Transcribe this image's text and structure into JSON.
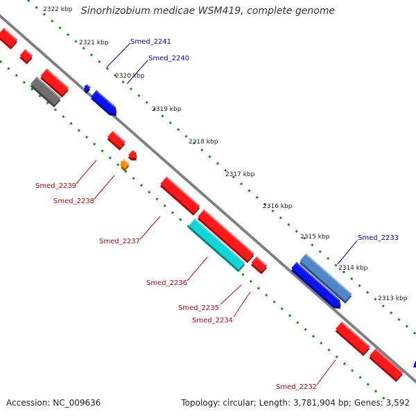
{
  "title": "Sinorhizobium medicae WSM419, complete genome",
  "footer": {
    "accession": "Accession: NC_009636",
    "summary": "Topology: circular; Length: 3,781,904 bp; Genes: 3,592"
  },
  "colors": {
    "backbone": "#808080",
    "tick_dots": "#1a8a1a",
    "forward_label": "#0000cc",
    "reverse_label": "#cc0000",
    "gene_red": "#ff1a1a",
    "gene_blue": "#0a14ee",
    "gene_steelblue": "#4f86c8",
    "gene_cyan": "#11d6d6",
    "gene_orange": "#ff8c00",
    "gene_gray": "#707070"
  },
  "scale_labels": [
    "2322 kbp",
    "2321 kbp",
    "2320 kbp",
    "2319 kbp",
    "2318 kbp",
    "2317 kbp",
    "2316 kbp",
    "2315 kbp",
    "2314 kbp",
    "2313 kbp"
  ],
  "gene_labels": {
    "forward": [
      "Smed_2241",
      "Smed_2240",
      "Smed_2233"
    ],
    "reverse": [
      "Smed_2239",
      "Smed_2238",
      "Smed_2237",
      "Smed_2236",
      "Smed_2235",
      "Smed_2234",
      "Smed_2232"
    ]
  },
  "features": [
    {
      "name": "Smed_2241",
      "strand": "forward",
      "color": "gene_blue"
    },
    {
      "name": "Smed_2240",
      "strand": "forward",
      "color": "gene_blue"
    },
    {
      "name": "Smed_2233",
      "strand": "forward",
      "color": "gene_steelblue"
    },
    {
      "strand": "forward",
      "color": "gene_blue"
    },
    {
      "strand": "reverse",
      "color": "gene_red"
    },
    {
      "strand": "reverse",
      "color": "gene_red"
    },
    {
      "strand": "reverse",
      "color": "gene_red"
    },
    {
      "strand": "reverse",
      "color": "gene_gray"
    },
    {
      "strand": "reverse",
      "color": "gene_red"
    },
    {
      "name": "Smed_2239",
      "strand": "reverse",
      "color": "gene_red"
    },
    {
      "name": "Smed_2238",
      "strand": "reverse",
      "color": "gene_orange"
    },
    {
      "name": "Smed_2237",
      "strand": "reverse",
      "color": "gene_red"
    },
    {
      "name": "Smed_2236",
      "strand": "reverse",
      "color": "gene_cyan"
    },
    {
      "name": "Smed_2235",
      "strand": "reverse",
      "color": "gene_red"
    },
    {
      "name": "Smed_2234",
      "strand": "reverse",
      "color": "gene_red"
    },
    {
      "name": "Smed_2232",
      "strand": "reverse",
      "color": "gene_red"
    },
    {
      "strand": "reverse",
      "color": "gene_red"
    }
  ]
}
